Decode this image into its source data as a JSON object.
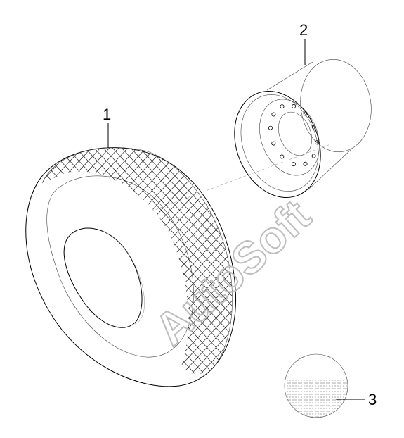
{
  "diagram": {
    "callouts": [
      {
        "id": "tire",
        "label": "1"
      },
      {
        "id": "rim",
        "label": "2"
      },
      {
        "id": "detail-sample",
        "label": "3"
      }
    ],
    "watermark": "AutoSoft",
    "colors": {
      "line": "#000000",
      "watermark": "#bdbdbd",
      "background": "#ffffff"
    }
  }
}
